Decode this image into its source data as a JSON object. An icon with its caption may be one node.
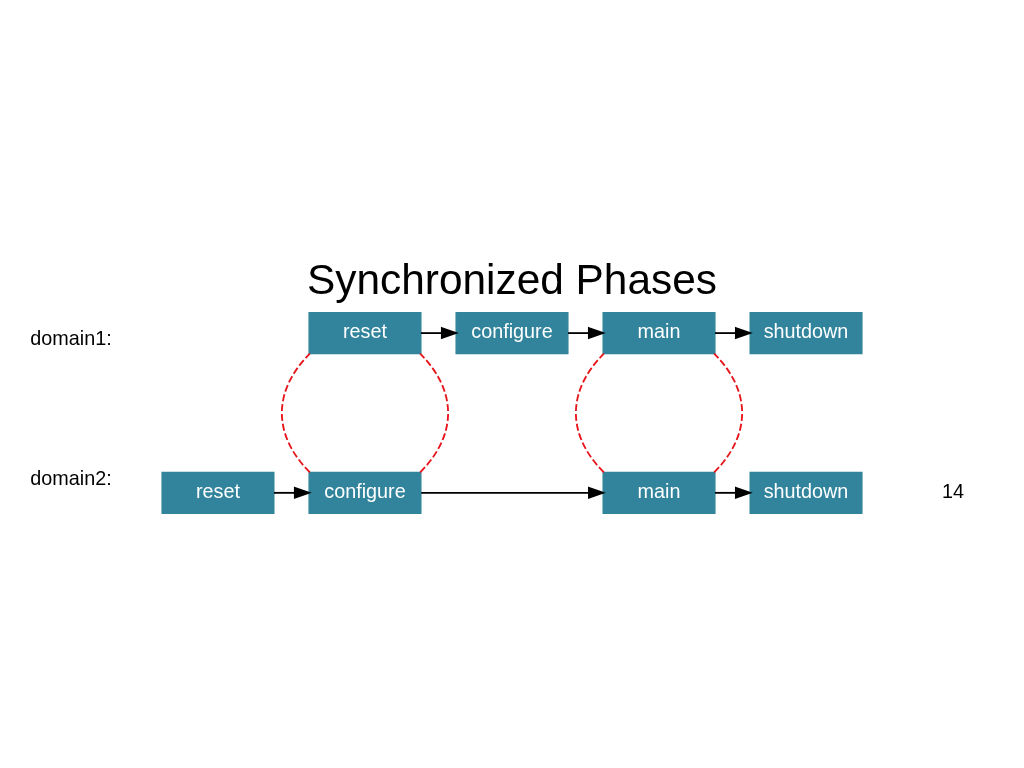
{
  "diagram": {
    "title": "Synchronized Phases",
    "nodes": [
      {
        "text": [
          "reset"
        ]
      },
      {
        "text": [
          "configure"
        ]
      },
      {
        "text": [
          "main"
        ]
      },
      {
        "text": [
          "shutdown"
        ]
      },
      {
        "text": [
          "reset"
        ]
      },
      {
        "text": [
          "configure"
        ]
      },
      {
        "text": [
          "main"
        ]
      },
      {
        "text": [
          "shutdown"
        ]
      }
    ],
    "edges": [
      {
        "from": 0,
        "to": 1,
        "arrow": "to"
      },
      {
        "from": 1,
        "to": 2,
        "arrow": "to"
      },
      {
        "from": 2,
        "to": 3,
        "arrow": "to"
      },
      {
        "from": 4,
        "to": 5,
        "arrow": "to"
      },
      {
        "from": 5,
        "to": 6,
        "arrow": "to"
      },
      {
        "from": 6,
        "to": 7,
        "arrow": "to"
      },
      {
        "from": 0,
        "to": 5,
        "arrow": "none",
        "style": "dashed",
        "color": "#e8141c"
      },
      {
        "from": 0,
        "to": 5,
        "arrow": "none",
        "style": "dashed",
        "color": "#e8141c"
      },
      {
        "from": 2,
        "to": 6,
        "arrow": "none",
        "style": "dashed",
        "color": "#e8141c"
      },
      {
        "from": 2,
        "to": 6,
        "arrow": "none",
        "style": "dashed",
        "color": "#e8141c"
      }
    ],
    "labels": [
      "domain1:",
      "domain2:",
      "14"
    ]
  }
}
